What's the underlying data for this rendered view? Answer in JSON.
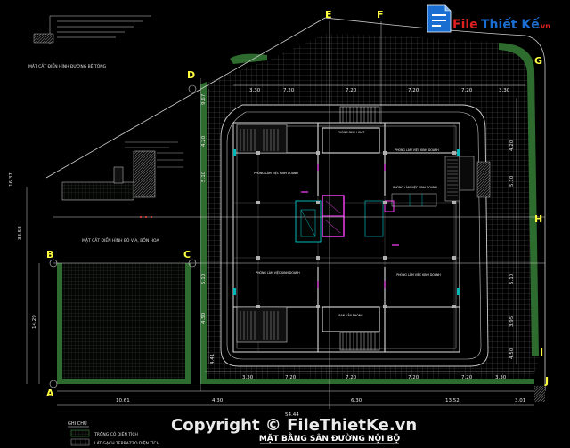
{
  "logo": {
    "text_prefix": "File",
    "text_suffix": "Thiết Kế",
    "domain": ".vn"
  },
  "copyright": "Copyright © FileThietKe.vn",
  "drawing_title": "MẶT BẰNG SÂN ĐƯỜNG NỘI BỘ",
  "axes": {
    "left": [
      "A",
      "B",
      "C",
      "D"
    ],
    "top": [
      "E",
      "F"
    ],
    "right": [
      "G",
      "H",
      "I",
      "J"
    ]
  },
  "dims": {
    "top": [
      "3.30",
      "7.20",
      "7.20",
      "7.20",
      "7.20",
      "3.30"
    ],
    "bottom_row": [
      "3.30",
      "7.20",
      "7.20",
      "7.20",
      "7.20",
      "3.30"
    ],
    "bottom_totals": [
      "10.61",
      "4.30",
      "6.30",
      "13.52",
      "3.01"
    ],
    "overall": "54.44",
    "left_vertical": [
      "33.58",
      "14.29"
    ],
    "left_small": [
      "9.67",
      "4.20",
      "5.10",
      "5.10",
      "4.41",
      "4.50"
    ],
    "right": [
      "4.20",
      "5.10",
      "5.10",
      "3.95",
      "4.50"
    ],
    "diag": "16.37"
  },
  "rooms": {
    "r1": "PHÒNG SINH HOẠT",
    "r2": "PHÒNG LÀM VIỆC KINH DOANH",
    "r3": "PHÒNG LÀM VIỆC KINH DOANH",
    "r4": "PHÒNG LÀM VIỆC KINH DOANH",
    "r5": "PHÒNG LÀM VIỆC KINH DOANH",
    "r6": "PHÒNG LÀM VIỆC KINH DOANH",
    "r7": "BAN VĂN PHÒNG"
  },
  "section_titles": {
    "upper": "MẶT CẮT ĐIỂN HÌNH ĐƯỜNG BÊ TÔNG",
    "lower": "MẶT CẮT ĐIỂN HÌNH BÓ VỈA, BỒN HOA"
  },
  "legend_header": "GHI CHÚ",
  "legend_items": [
    "TRỒNG CỎ DIỆN TÍCH",
    "LÁT GẠCH TERRAZZO DIỆN TÍCH"
  ],
  "colors": {
    "background": "#000000",
    "grass": "#2e6b2e",
    "walls": "#d0d0d0",
    "stair_teal": "#00b8b8",
    "column": "#ff40ff",
    "axis_label": "#ffff40",
    "logo_red": "#e02020",
    "logo_blue": "#1b6ed1"
  }
}
